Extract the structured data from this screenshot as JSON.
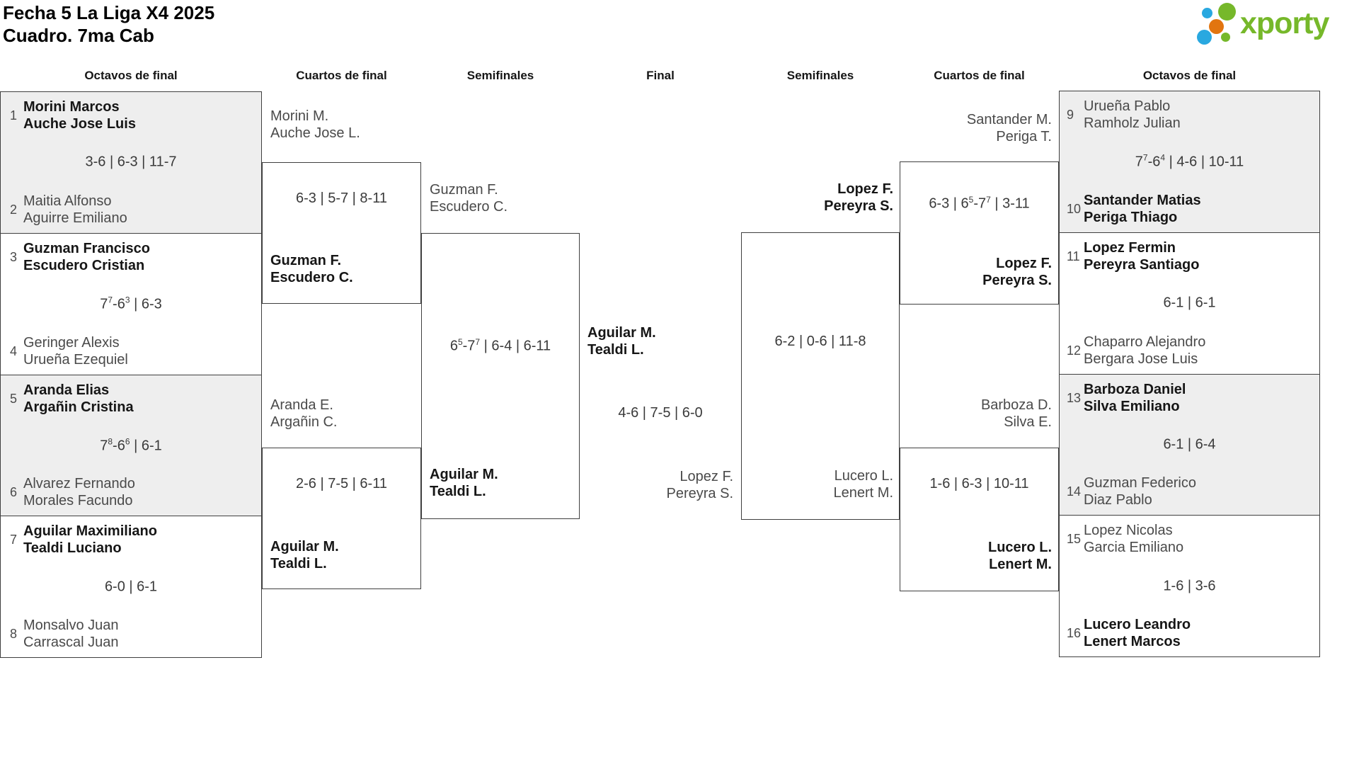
{
  "title": {
    "line1": "Fecha 5 La Liga X4 2025",
    "line2": "Cuadro. 7ma Cab"
  },
  "logo": {
    "brand": "xporty"
  },
  "colors": {
    "brand_green": "#76b82a",
    "brand_blue": "#29a8e0",
    "brand_orange": "#e2750f",
    "winner_text": "#161616",
    "loser_text": "#4a4a4a",
    "box_fill_alt": "#eeeeee",
    "line": "#3f3f3f"
  },
  "headers": {
    "r16_left": "Octavos de final",
    "qf_left": "Cuartos de final",
    "sf_left": "Semifinales",
    "final": "Final",
    "sf_right": "Semifinales",
    "qf_right": "Cuartos de final",
    "r16_right": "Octavos de final"
  },
  "r16_left": [
    {
      "seed1": "1",
      "team1": [
        "Morini Marcos",
        "Auche Jose Luis"
      ],
      "score": "3-6 | 6-3 | 11-7",
      "seed2": "2",
      "team2": [
        "Maitia Alfonso",
        "Aguirre Emiliano"
      ]
    },
    {
      "seed1": "3",
      "team1": [
        "Guzman Francisco",
        "Escudero Cristian"
      ],
      "score": "7^7-6^3 | 6-3",
      "seed2": "4",
      "team2": [
        "Geringer Alexis",
        "Urueña Ezequiel"
      ]
    },
    {
      "seed1": "5",
      "team1": [
        "Aranda Elias",
        "Argañin Cristina"
      ],
      "score": "7^8-6^6 | 6-1",
      "seed2": "6",
      "team2": [
        "Alvarez Fernando",
        "Morales Facundo"
      ]
    },
    {
      "seed1": "7",
      "team1": [
        "Aguilar Maximiliano",
        "Tealdi Luciano"
      ],
      "score": "6-0 | 6-1",
      "seed2": "8",
      "team2": [
        "Monsalvo Juan",
        "Carrascal Juan"
      ]
    }
  ],
  "r16_right": [
    {
      "seed1": "9",
      "team1": [
        "Urueña Pablo",
        "Ramholz Julian"
      ],
      "score": "7^7-6^4 | 4-6 | 10-11",
      "seed2": "10",
      "team2": [
        "Santander Matias",
        "Periga Thiago"
      ]
    },
    {
      "seed1": "11",
      "team1": [
        "Lopez Fermin",
        "Pereyra Santiago"
      ],
      "score": "6-1 | 6-1",
      "seed2": "12",
      "team2": [
        "Chaparro Alejandro",
        "Bergara Jose Luis"
      ]
    },
    {
      "seed1": "13",
      "team1": [
        "Barboza Daniel",
        "Silva Emiliano"
      ],
      "score": "6-1 | 6-4",
      "seed2": "14",
      "team2": [
        "Guzman Federico",
        "Diaz Pablo"
      ]
    },
    {
      "seed1": "15",
      "team1": [
        "Lopez Nicolas",
        "Garcia Emiliano"
      ],
      "score": "1-6 | 3-6",
      "seed2": "16",
      "team2": [
        "Lucero Leandro",
        "Lenert Marcos"
      ]
    }
  ],
  "qf_left": [
    {
      "top_a": "Morini M.",
      "top_b": "Auche Jose L.",
      "score": "6-3 | 5-7 | 8-11",
      "winner_a": "Guzman F.",
      "winner_b": "Escudero C."
    },
    {
      "top_a": "Aranda E.",
      "top_b": "Argañin C.",
      "score": "2-6 | 7-5 | 6-11",
      "winner_a": "Aguilar M.",
      "winner_b": "Tealdi L."
    }
  ],
  "qf_right": [
    {
      "top_a": "Santander M.",
      "top_b": "Periga T.",
      "score": "6-3 | 6^5-7^7 | 3-11",
      "winner_a": "Lopez F.",
      "winner_b": "Pereyra S."
    },
    {
      "top_a": "Barboza D.",
      "top_b": "Silva E.",
      "score": "1-6 | 6-3 | 10-11",
      "winner_a": "Lucero L.",
      "winner_b": "Lenert M."
    }
  ],
  "sf_left": {
    "top_a": "Guzman F.",
    "top_b": "Escudero C.",
    "score": "6^5-7^7 | 6-4 | 6-11",
    "bottom_a": "Aguilar M.",
    "bottom_b": "Tealdi L."
  },
  "sf_right": {
    "top_a": "Lopez F.",
    "top_b": "Pereyra S.",
    "score": "6-2 | 0-6 | 11-8",
    "bottom_a": "Lucero L.",
    "bottom_b": "Lenert M."
  },
  "final": {
    "winner_a": "Aguilar M.",
    "winner_b": "Tealdi L.",
    "score": "4-6 | 7-5 | 6-0",
    "runnerup_a": "Lopez F.",
    "runnerup_b": "Pereyra S."
  }
}
